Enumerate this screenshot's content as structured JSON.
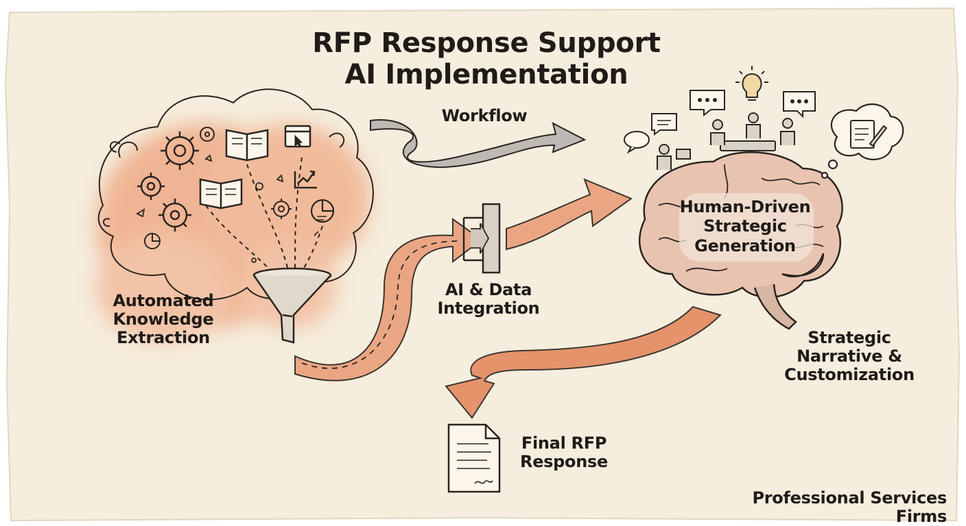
{
  "title": {
    "line1": "RFP Response Support",
    "line2": "AI Implementation"
  },
  "labels": {
    "workflow": "Workflow",
    "extraction": [
      "Automated",
      "Knowledge",
      "Extraction"
    ],
    "integration": [
      "AI & Data",
      "Integration"
    ],
    "human": [
      "Human-Driven",
      "Strategic",
      "Generation"
    ],
    "narrative": [
      "Strategic",
      "Narrative &",
      "Customization"
    ],
    "final": [
      "Final RFP",
      "Response"
    ],
    "footer": "Professional Services Firms"
  },
  "colors": {
    "paper": "#f5eddd",
    "ink": "#1f1b18",
    "accent": "#e48a5e",
    "grey_arrow": "#b8b5b0"
  },
  "icons": [
    "gear-icon",
    "book-icon",
    "browser-cursor-icon",
    "chart-icon",
    "pie-chart-icon",
    "funnel-icon",
    "gate-icon",
    "brain-icon",
    "speech-bubble-icon",
    "lightbulb-icon",
    "people-meeting-icon",
    "document-icon",
    "thought-bubble-icon"
  ]
}
